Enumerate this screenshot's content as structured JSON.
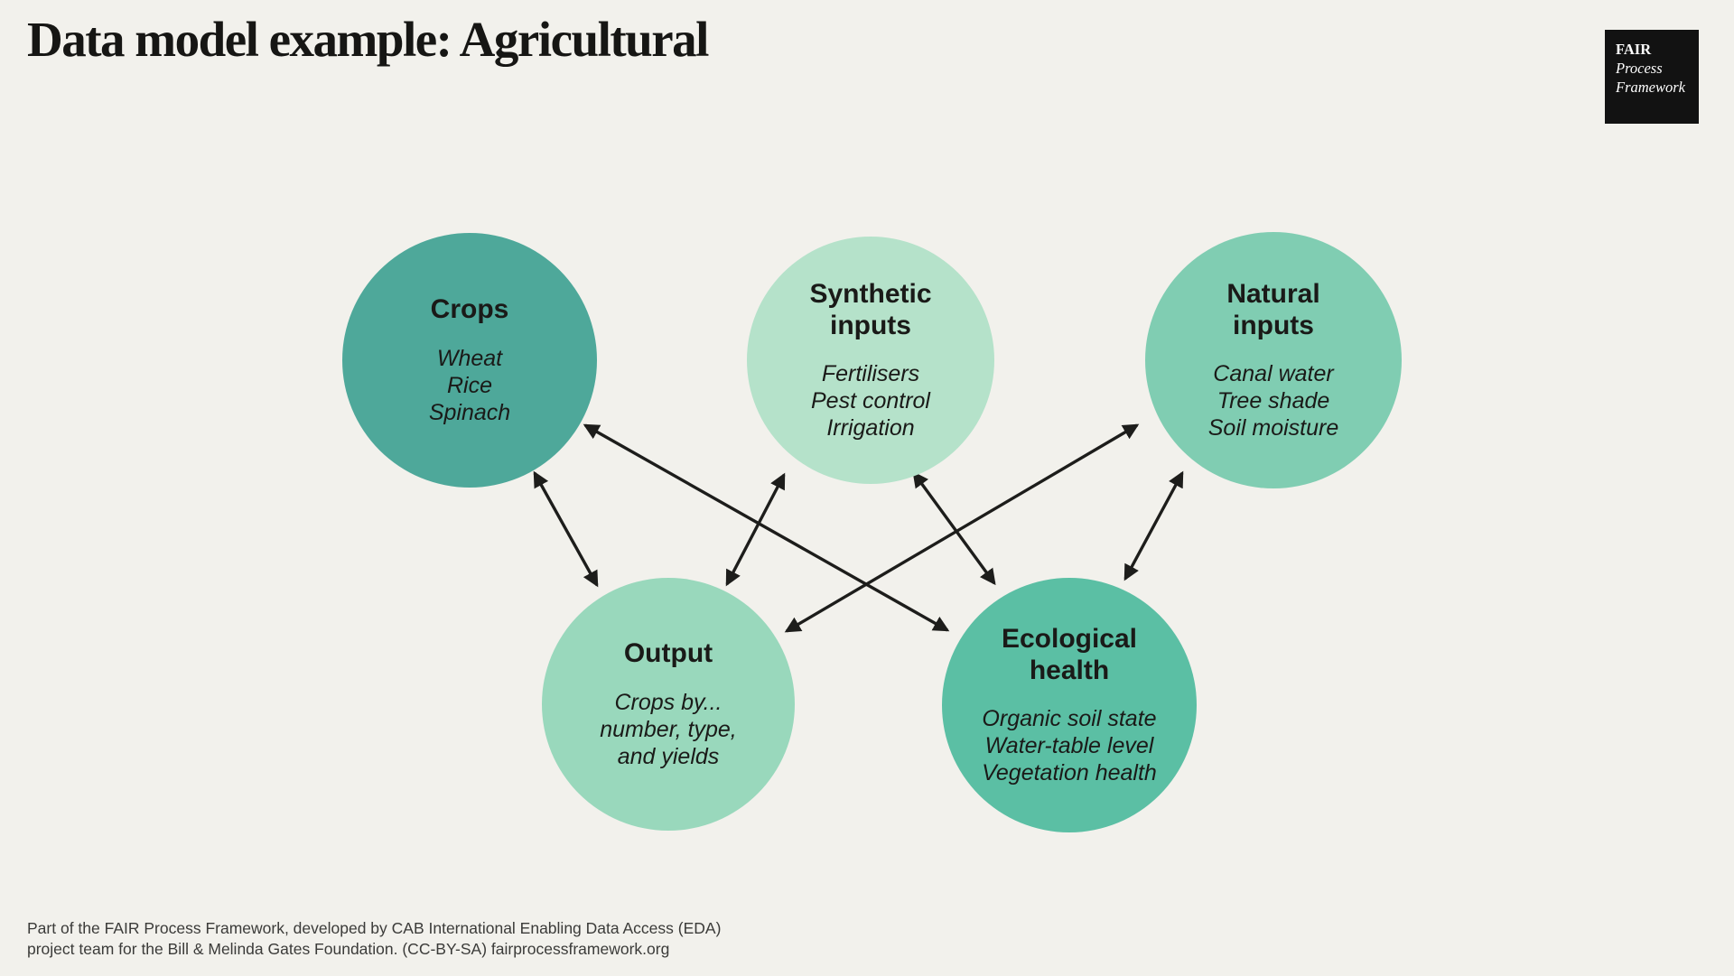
{
  "page": {
    "title": "Data model example: Agricultural",
    "background_color": "#F2F1EC",
    "arrow_color": "#1D1D1B"
  },
  "logo": {
    "line1": "FAIR",
    "line2": "Process",
    "line3": "Framework",
    "bg_color": "#121212",
    "text_color": "#FFFFFF"
  },
  "nodes": [
    {
      "id": "crops",
      "title": "Crops",
      "items": [
        "Wheat",
        "Rice",
        "Spinach"
      ],
      "color": "#4EA89A"
    },
    {
      "id": "synthetic-inputs",
      "title": "Synthetic\ninputs",
      "items": [
        "Fertilisers",
        "Pest control",
        "Irrigation"
      ],
      "color": "#B5E2CA"
    },
    {
      "id": "natural-inputs",
      "title": "Natural\ninputs",
      "items": [
        "Canal water",
        "Tree shade",
        "Soil moisture"
      ],
      "color": "#80CDB2"
    },
    {
      "id": "output",
      "title": "Output",
      "items": [
        "Crops by...",
        "number, type,",
        "and yields"
      ],
      "color": "#99D8BC"
    },
    {
      "id": "ecological-health",
      "title": "Ecological\nhealth",
      "items": [
        "Organic soil state",
        "Water-table level",
        "Vegetation health"
      ],
      "color": "#5BBFA4"
    }
  ],
  "edges": [
    {
      "from": "crops",
      "to": "output",
      "bidirectional": true
    },
    {
      "from": "crops",
      "to": "ecological-health",
      "bidirectional": true
    },
    {
      "from": "synthetic-inputs",
      "to": "output",
      "bidirectional": true
    },
    {
      "from": "synthetic-inputs",
      "to": "ecological-health",
      "bidirectional": true
    },
    {
      "from": "natural-inputs",
      "to": "output",
      "bidirectional": true
    },
    {
      "from": "natural-inputs",
      "to": "ecological-health",
      "bidirectional": true
    }
  ],
  "footer": {
    "line1": "Part of the FAIR Process Framework, developed by CAB International Enabling Data Access (EDA)",
    "line2": "project team for the Bill & Melinda Gates Foundation. (CC-BY-SA) fairprocessframework.org"
  }
}
